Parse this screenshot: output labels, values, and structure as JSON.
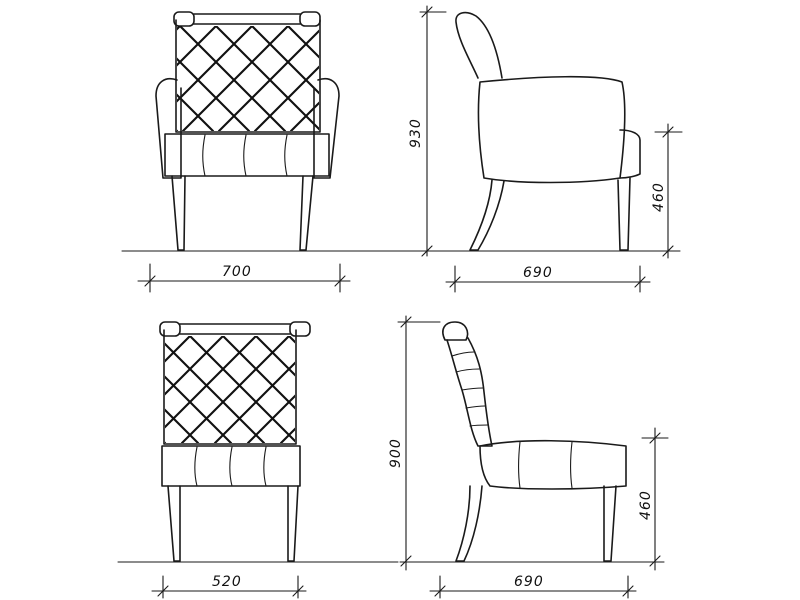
{
  "dimensions": {
    "armchair_front_width": "700",
    "armchair_side_depth": "690",
    "armchair_total_height": "930",
    "armchair_seat_height": "460",
    "chair_front_width": "520",
    "chair_side_depth": "690",
    "chair_total_height": "900",
    "chair_seat_height": "460"
  },
  "colors": {
    "ink": "#1a1a1a",
    "paper": "#ffffff"
  }
}
